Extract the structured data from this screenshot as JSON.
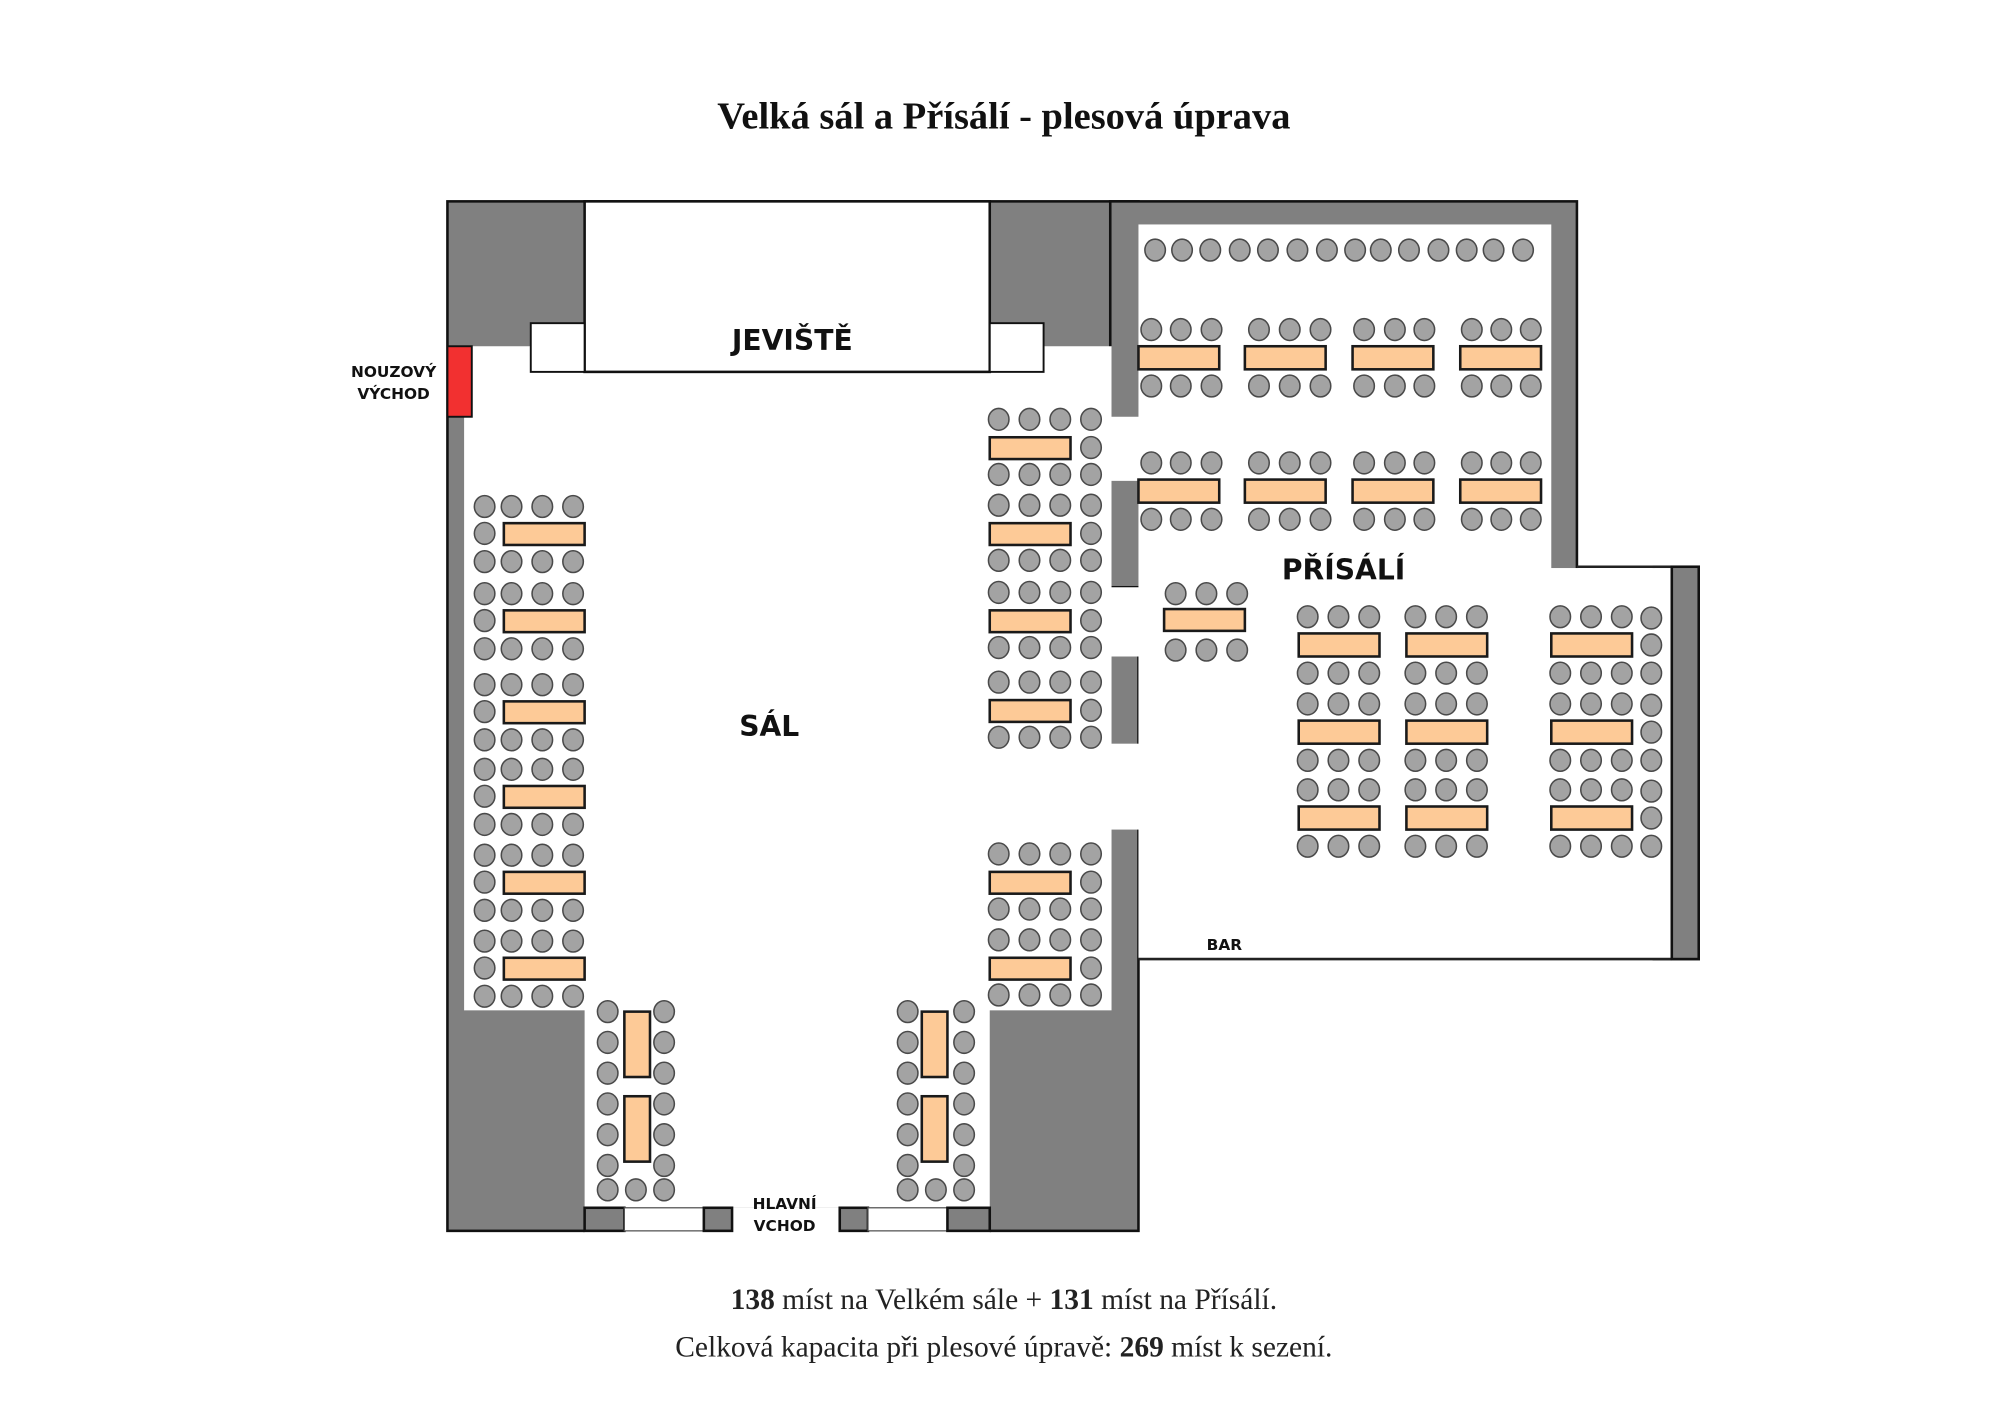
{
  "title": "Velká sál a Přísálí - plesová úprava",
  "labels": {
    "stage": "JEVIŠTĚ",
    "hall": "SÁL",
    "anteroom": "PŘÍSÁLÍ",
    "bar": "BAR",
    "emergency_exit_line1": "NOUZOVÝ",
    "emergency_exit_line2": "VÝCHOD",
    "main_entrance_line1": "HLAVNÍ",
    "main_entrance_line2": "VCHOD"
  },
  "summary": {
    "hall_seats": "138",
    "hall_text": " míst na Velkém sále + ",
    "anteroom_seats": "131",
    "anteroom_text": " míst na Přísálí.",
    "total_prefix": "Celková kapacita při plesové úpravě: ",
    "total_seats": "269",
    "total_suffix": " míst k sezení."
  },
  "colors": {
    "wall": "#808080",
    "table": "#fdca97",
    "chair": "#a3a3a3",
    "emergency_exit": "#f23030"
  }
}
